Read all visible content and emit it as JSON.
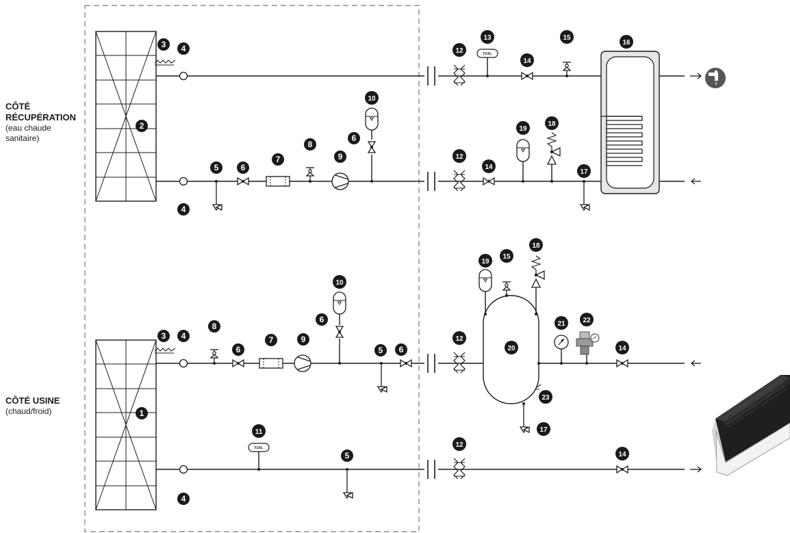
{
  "recovery_side": {
    "title_line1": "CÔTÉ",
    "title_line2": "RÉCUPÉRATION",
    "subtitle_line1": "(eau chaude",
    "subtitle_line2": "sanitaire)"
  },
  "factory_side": {
    "title": "CÔTÉ USINE",
    "subtitle": "(chaud/froid)"
  },
  "flow_switch_tag": "FZAL",
  "callouts": {
    "n1": "1",
    "n2": "2",
    "n3": "3",
    "n4": "4",
    "n5": "5",
    "n6": "6",
    "n7": "7",
    "n8": "8",
    "n9": "9",
    "n10": "10",
    "n11": "11",
    "n12": "12",
    "n13": "13",
    "n14": "14",
    "n15": "15",
    "n16": "16",
    "n17": "17",
    "n18": "18",
    "n19": "19",
    "n20": "20",
    "n21": "21",
    "n22": "22",
    "n23": "23"
  },
  "colors": {
    "line": "#1a1a1a",
    "tank_fill": "#e6e6e6",
    "callout_fill": "#1a1a1a",
    "frame_dash": "#777777"
  }
}
